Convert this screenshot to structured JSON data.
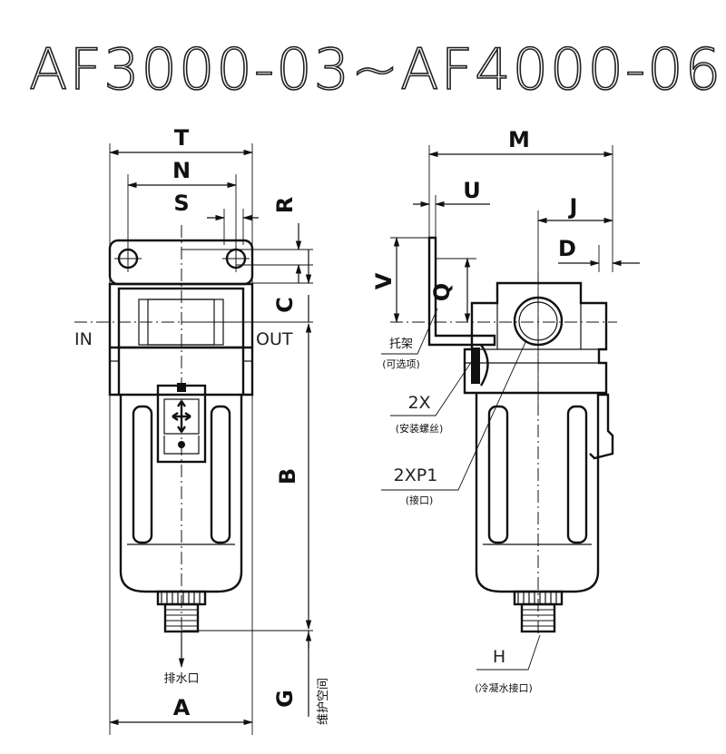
{
  "title": "AF3000-03~AF4000-06",
  "dimensions": {
    "T": "T",
    "N": "N",
    "S": "S",
    "R": "R",
    "C": "C",
    "B": "B",
    "G": "G",
    "A": "A",
    "M": "M",
    "U": "U",
    "J": "J",
    "D": "D",
    "V": "V",
    "Q": "Q"
  },
  "ports": {
    "in": "IN",
    "out": "OUT"
  },
  "callouts": {
    "bracket": "托架",
    "bracket_note": "(可选项)",
    "screw": "2X",
    "screw_note": "(安装螺丝)",
    "port": "2XP1",
    "port_note": "(接口)",
    "drain": "H",
    "drain_note": "(冷凝水接口)",
    "drain_left": "排水口",
    "maintenance": "维护空间"
  }
}
